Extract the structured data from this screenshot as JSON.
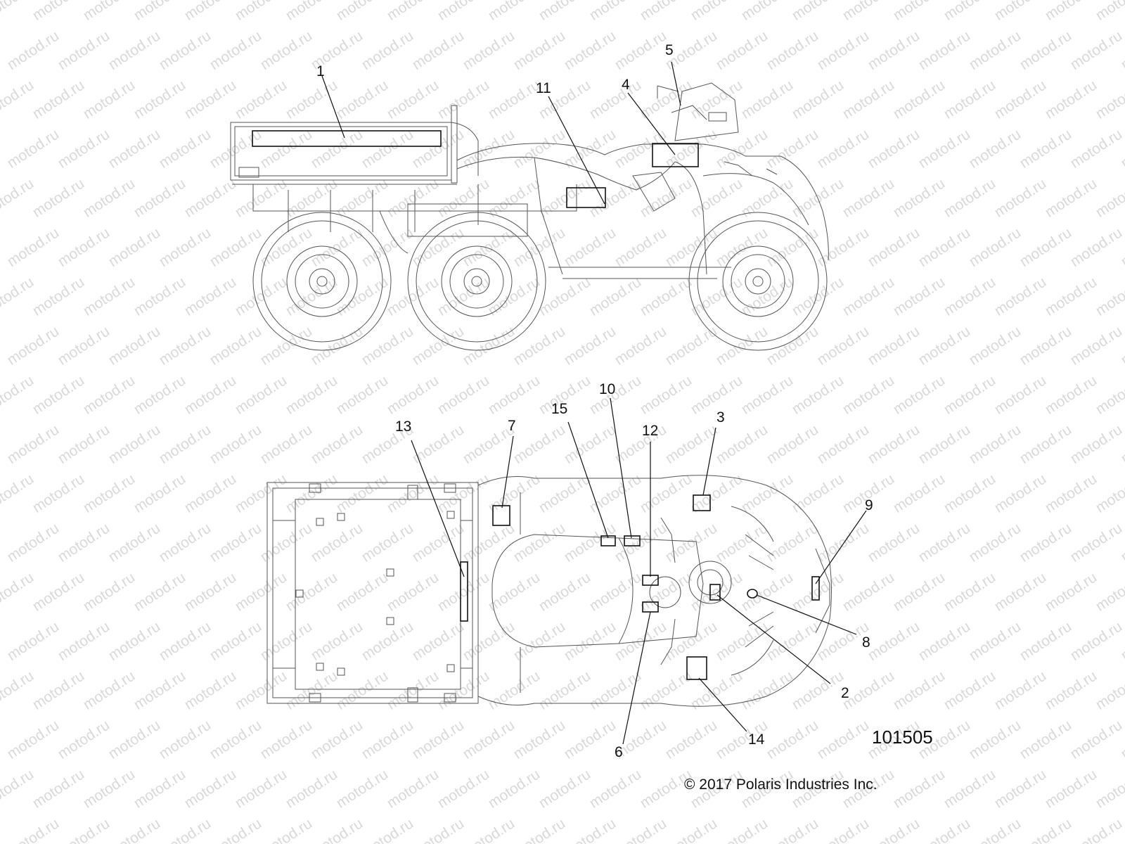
{
  "watermark": {
    "text": "motod.ru"
  },
  "callouts": [
    {
      "number": "1"
    },
    {
      "number": "11"
    },
    {
      "number": "4"
    },
    {
      "number": "5"
    },
    {
      "number": "13"
    },
    {
      "number": "7"
    },
    {
      "number": "15"
    },
    {
      "number": "10"
    },
    {
      "number": "12"
    },
    {
      "number": "3"
    },
    {
      "number": "9"
    },
    {
      "number": "8"
    },
    {
      "number": "2"
    },
    {
      "number": "14"
    },
    {
      "number": "6"
    }
  ],
  "footer": {
    "part_number": "101505",
    "copyright": "© 2017 Polaris Industries Inc."
  }
}
